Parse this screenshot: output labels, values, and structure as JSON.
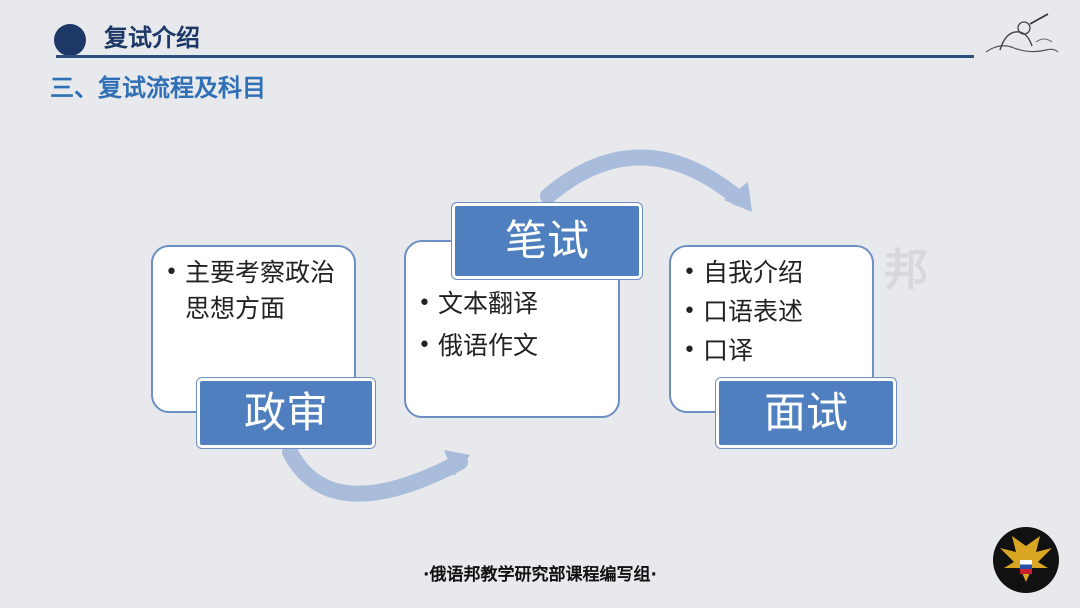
{
  "header": {
    "title": "复试介绍"
  },
  "subtitle": "三、复试流程及科目",
  "steps": [
    {
      "label": "政审",
      "items": [
        "主要考察政治思想方面"
      ]
    },
    {
      "label": "笔试",
      "items": [
        "文本翻译",
        "俄语作文"
      ]
    },
    {
      "label": "面试",
      "items": [
        "自我介绍",
        "口语表述",
        "口译"
      ]
    }
  ],
  "watermark": "邦",
  "footer": "·俄语邦教学研究部课程编写组·",
  "colors": {
    "header": "#1d3766",
    "subtitle": "#2f6fb5",
    "label_fill": "#4f7fbf",
    "card_border": "#6c8fc4",
    "arrow": "#a9bcdb"
  }
}
